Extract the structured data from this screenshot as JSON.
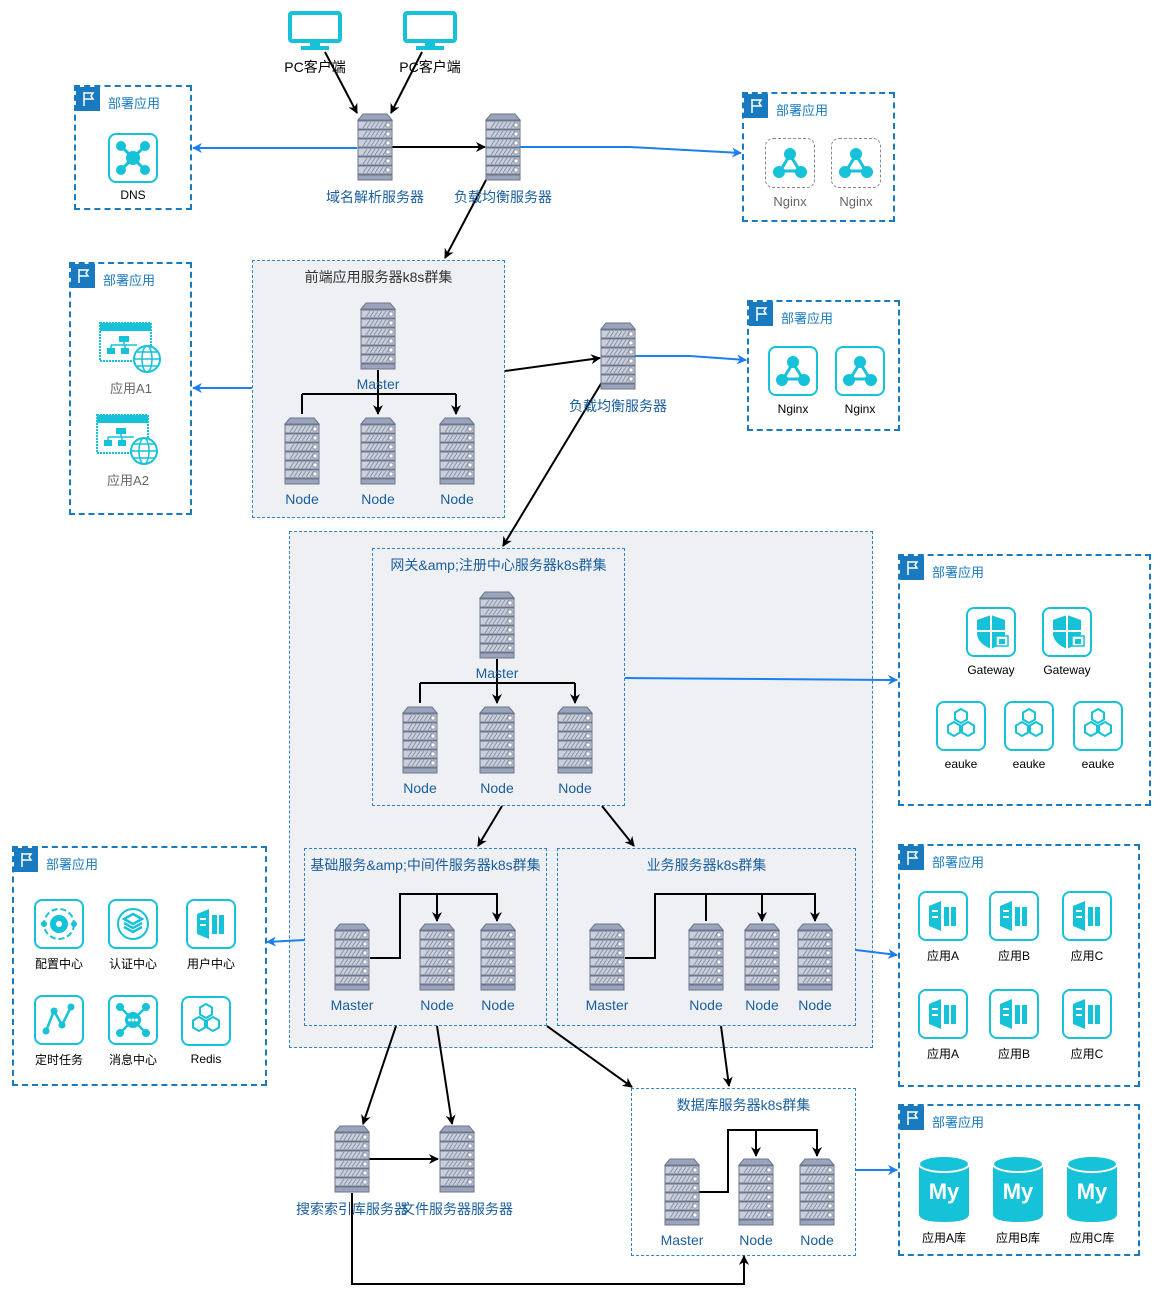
{
  "colors": {
    "accent": "#1a7ac0",
    "cyan": "#15c2d8",
    "server": "#8f9bb3",
    "cluster_bg": "#eef0f4"
  },
  "icons": {
    "server": "server-icon",
    "pc": "monitor-icon",
    "deploy": "flag-icon"
  },
  "clients": [
    "PC客户端",
    "PC客户端"
  ],
  "top": {
    "dns_server": "域名解析服务器",
    "lb_server": "负载均衡服务器"
  },
  "deploy_label": "部署应用",
  "dns_box": {
    "items": [
      "DNS"
    ]
  },
  "nginx_box_1": {
    "items": [
      "Nginx",
      "Nginx"
    ]
  },
  "front_cluster": {
    "title": "前端应用服务器k8s群集",
    "master": "Master",
    "nodes": [
      "Node",
      "Node",
      "Node"
    ]
  },
  "app_box": {
    "items": [
      "应用A1",
      "应用A2"
    ]
  },
  "lb2": {
    "label": "负载均衡服务器"
  },
  "nginx_box_2": {
    "items": [
      "Nginx",
      "Nginx"
    ]
  },
  "gateway_cluster": {
    "title": "网关&amp;注册中心服务器k8s群集",
    "master": "Master",
    "nodes": [
      "Node",
      "Node",
      "Node"
    ]
  },
  "gateway_box": {
    "items": [
      "Gateway",
      "Gateway",
      "eauke",
      "eauke",
      "eauke"
    ]
  },
  "base_cluster": {
    "title": "基础服务&amp;中间件服务器k8s群集",
    "master": "Master",
    "nodes": [
      "Node",
      "Node"
    ]
  },
  "biz_cluster": {
    "title": "业务服务器k8s群集",
    "master": "Master",
    "nodes": [
      "Node",
      "Node",
      "Node"
    ]
  },
  "middleware_box": {
    "items": [
      "配置中心",
      "认证中心",
      "用户中心",
      "定时任务",
      "消息中心",
      "Redis"
    ]
  },
  "biz_box": {
    "items": [
      "应用A",
      "应用B",
      "应用C",
      "应用A",
      "应用B",
      "应用C"
    ]
  },
  "bottom": {
    "search_server": "搜索索引库服务器",
    "file_server": "文件服务器服务器"
  },
  "db_cluster": {
    "title": "数据库服务器k8s群集",
    "master": "Master",
    "nodes": [
      "Node",
      "Node"
    ]
  },
  "db_box": {
    "items": [
      "应用A库",
      "应用B库",
      "应用C库"
    ]
  }
}
